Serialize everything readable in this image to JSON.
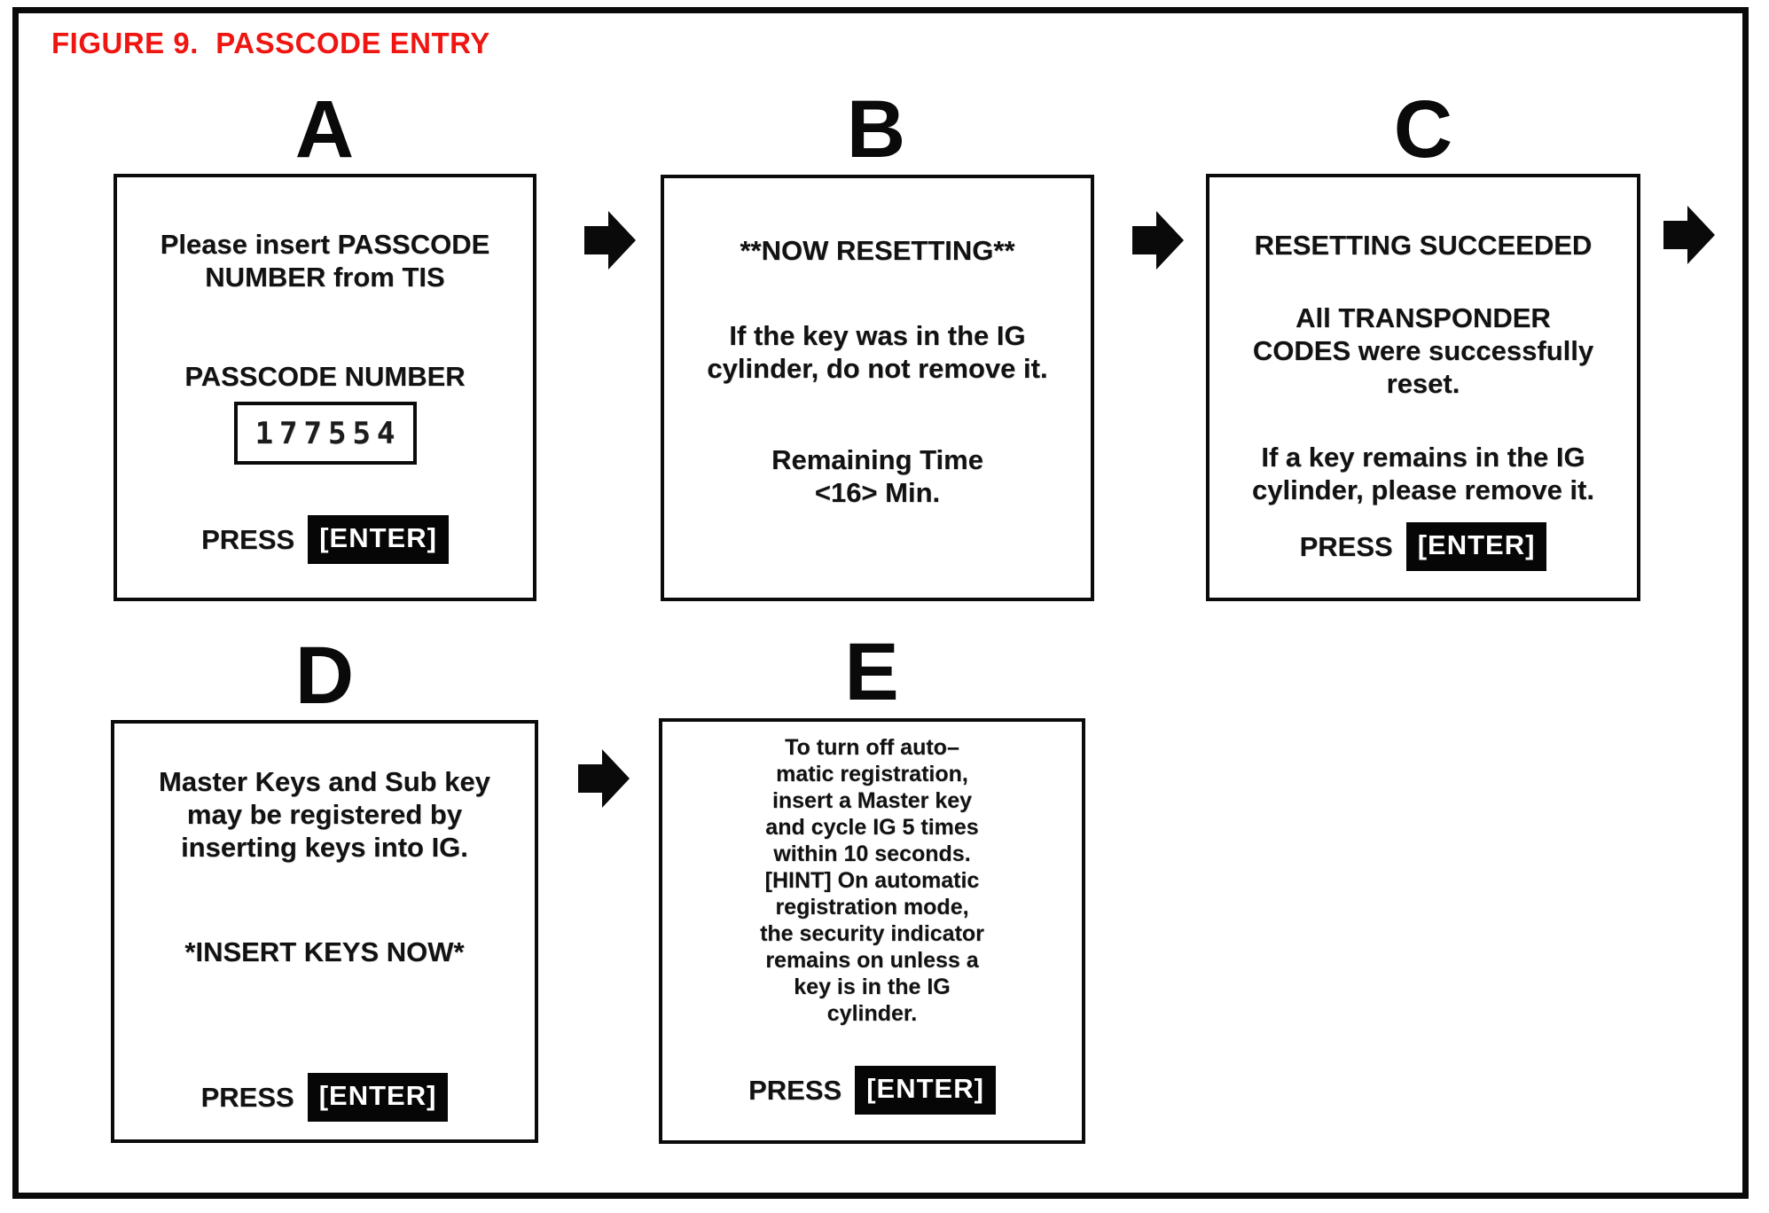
{
  "title": {
    "text": "FIGURE 9.  PASSCODE ENTRY",
    "color": "#EF1511"
  },
  "press_label": "PRESS",
  "enter_label": "[ENTER]",
  "enter_key_bg": "#060606",
  "enter_key_fg": "#ffffff",
  "line_color": "#0a0a0a",
  "arrow_icon": "right-arrow",
  "panels": {
    "a": {
      "letter": "A",
      "instruction": "Please insert PASSCODE\nNUMBER from TIS",
      "field_label": "PASSCODE NUMBER",
      "passcode_value": "177554"
    },
    "b": {
      "letter": "B",
      "status": "**NOW RESETTING**",
      "note": "If the key was in the IG\ncylinder, do not remove it.",
      "remaining_time": "Remaining Time\n<16> Min."
    },
    "c": {
      "letter": "C",
      "status": "RESETTING SUCCEEDED",
      "result": "All TRANSPONDER\nCODES were successfully\nreset.",
      "note": "If a key remains in the IG\ncylinder, please remove it."
    },
    "d": {
      "letter": "D",
      "instruction": "Master Keys and Sub key\nmay be registered by\ninserting keys into IG.",
      "prompt": "*INSERT KEYS NOW*"
    },
    "e": {
      "letter": "E",
      "instruction": "To turn off auto–\nmatic registration,\ninsert a Master key\nand cycle IG 5 times\nwithin 10 seconds.\n[HINT] On automatic\nregistration mode,\nthe security indicator\nremains on unless a\nkey is in the IG\ncylinder."
    }
  }
}
